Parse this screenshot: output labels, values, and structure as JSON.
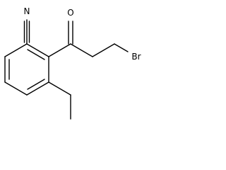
{
  "molecule": {
    "atoms": {
      "nitrogen": "N",
      "oxygen": "O",
      "bromine": "Br"
    }
  },
  "colors": {
    "background": "#ffffff",
    "ink": "#000000"
  }
}
